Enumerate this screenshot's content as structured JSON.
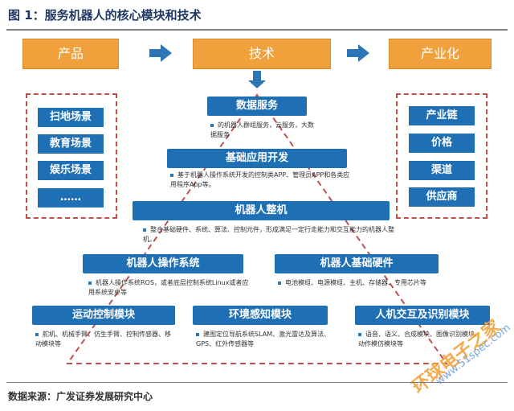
{
  "figure_title": "图 1：服务机器人的核心模块和技术",
  "top_row": {
    "product": "产品",
    "tech": "技术",
    "industry": "产业化"
  },
  "product_items": [
    "扫地场景",
    "教育场景",
    "娱乐场景",
    "……"
  ],
  "industry_items": [
    "产业链",
    "价格",
    "渠道",
    "供应商"
  ],
  "modules": {
    "data_service": {
      "label": "数据服务",
      "desc": "的机器人群组服务，云服务，大数据服务"
    },
    "basic_app": {
      "label": "基础应用开发",
      "desc": "基于机器人操作系统开发的控制类APP、管理员APP和各类应用程序App等。"
    },
    "robot_whole": {
      "label": "机器人整机",
      "desc": "整合基础硬件、系统、算法、控制元件，形成满足一定行走能力和交互能力的机器人整机。"
    },
    "robot_os": {
      "label": "机器人操作系统",
      "desc": "机器人操作系统ROS，或者底层控制系统Linux或者应用系统安卓等"
    },
    "robot_hw": {
      "label": "机器人基础硬件",
      "desc": "电池模组、电源模组、主机、存储器、专用芯片等"
    },
    "motion_ctrl": {
      "label": "运动控制模块",
      "desc": "舵机、机械手臂、仿生手臂、控制传感器、移动模块等"
    },
    "env_sense": {
      "label": "环境感知模块",
      "desc": "建图定位导航系统SLAM、激光雷达及算法、GPS、红外传感器等"
    },
    "hci": {
      "label": "人机交互及识别模块",
      "desc": "语音、语义、合成模块、图像识别模块、动作模仿模块等"
    }
  },
  "watermark": {
    "text": "环球电子之家",
    "url": "www.51spec.com"
  },
  "source": "数据来源：广发证券发展研究中心",
  "colors": {
    "orange": "#f0a13c",
    "blue": "#1f6fb5",
    "arrow": "#2e75b6",
    "dash": "#c0504d"
  }
}
